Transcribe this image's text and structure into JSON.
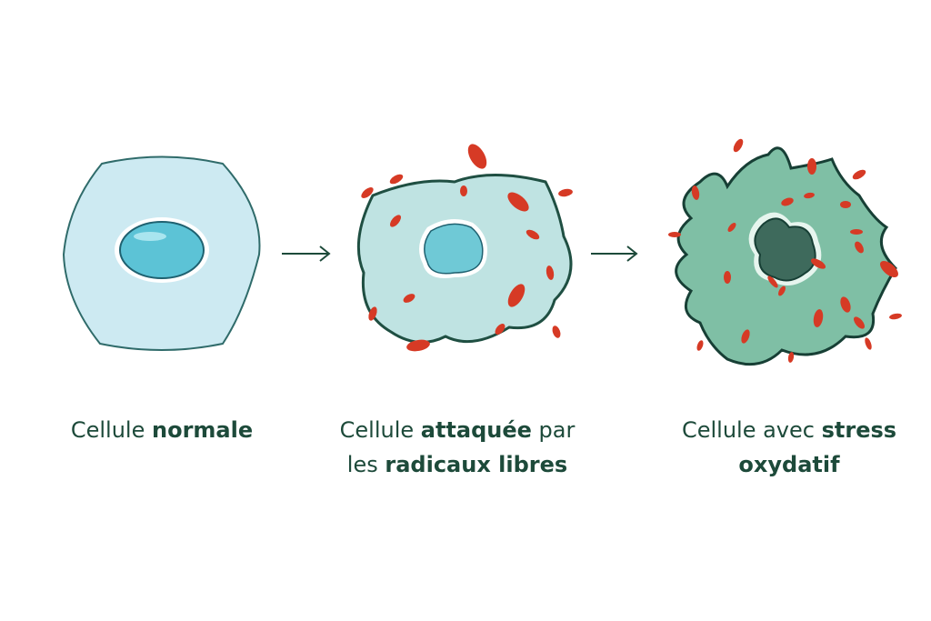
{
  "colors": {
    "text": "#1d4a3a",
    "outline": "#1f4f42",
    "normal_cell": "#cdeaf2",
    "nucleus": "#5cc3d6",
    "attacked_cell": "#bfe3e2",
    "stressed_cell": "#7fbfa5",
    "stressed_nucleus": "#3e6a5c",
    "radical": "#d63a25"
  },
  "stages": [
    {
      "parts": [
        {
          "text": "Cellule ",
          "bold": false
        },
        {
          "text": "normale",
          "bold": true
        }
      ]
    },
    {
      "parts": [
        {
          "text": "Cellule ",
          "bold": false
        },
        {
          "text": "attaquée",
          "bold": true
        },
        {
          "text": " par",
          "bold": false
        }
      ],
      "parts2": [
        {
          "text": "les ",
          "bold": false
        },
        {
          "text": "radicaux libres",
          "bold": true
        }
      ]
    },
    {
      "parts": [
        {
          "text": "Cellule avec ",
          "bold": false
        },
        {
          "text": "stress",
          "bold": true
        }
      ],
      "parts2": [
        {
          "text": "oxydatif",
          "bold": true
        }
      ]
    }
  ],
  "arrows": [
    "arrow-right-icon",
    "arrow-right-icon"
  ]
}
